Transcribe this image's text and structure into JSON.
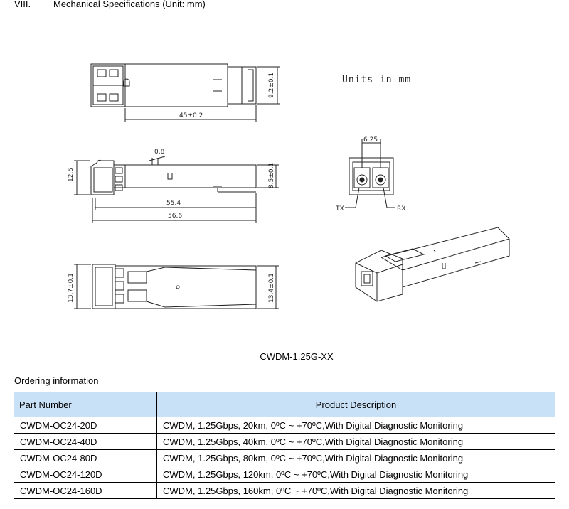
{
  "section": {
    "number": "VIII.",
    "title": "Mechanical Specifications (Unit: mm)"
  },
  "drawing": {
    "units_note": "Units in mm",
    "dimensions": {
      "top_length": "45±0.2",
      "top_height": "9.2±0.1",
      "side_tab": "0.8",
      "side_left": "12.5",
      "side_right": "8.5±0.1",
      "side_len1": "55.4",
      "side_len2": "56.6",
      "front_pitch": "6.25",
      "tx_label": "TX",
      "rx_label": "RX",
      "bottom_left": "13.7±0.1",
      "bottom_right": "13.4±0.1"
    },
    "caption": "CWDM-1.25G-XX"
  },
  "ordering": {
    "title": "Ordering information",
    "columns": [
      "Part Number",
      "Product Description"
    ],
    "rows": [
      [
        "CWDM-OC24-20D",
        "CWDM, 1.25Gbps, 20km, 0ºC ~ +70ºC,With Digital Diagnostic Monitoring"
      ],
      [
        "CWDM-OC24-40D",
        "CWDM, 1.25Gbps, 40km, 0ºC ~ +70ºC,With Digital Diagnostic Monitoring"
      ],
      [
        "CWDM-OC24-80D",
        "CWDM, 1.25Gbps, 80km, 0ºC ~ +70ºC,With Digital Diagnostic Monitoring"
      ],
      [
        "CWDM-OC24-120D",
        "CWDM, 1.25Gbps, 120km, 0ºC ~ +70ºC,With Digital Diagnostic Monitoring"
      ],
      [
        "CWDM-OC24-160D",
        "CWDM, 1.25Gbps, 160km, 0ºC ~ +70ºC,With Digital Diagnostic Monitoring"
      ]
    ]
  }
}
